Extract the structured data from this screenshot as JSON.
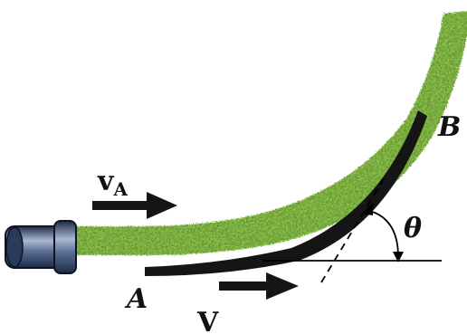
{
  "figure": {
    "labels": {
      "point_a": "A",
      "point_b": "B",
      "angle": "θ",
      "jet_velocity_main": "v",
      "jet_velocity_sub": "A",
      "vane_velocity": "V"
    },
    "colors": {
      "water_base": "#5f9a2c",
      "water_light": "#b4d96a",
      "water_dark": "#2f6a16",
      "vane": "#151515",
      "nozzle_dark": "#1c2a44",
      "nozzle_mid": "#5a6f93",
      "nozzle_light": "#aab8d2",
      "line": "#000000"
    },
    "icons": {
      "jet_arrow": "right-arrow-icon",
      "vane_arrow": "right-arrow-icon",
      "nozzle": "nozzle-icon"
    }
  }
}
